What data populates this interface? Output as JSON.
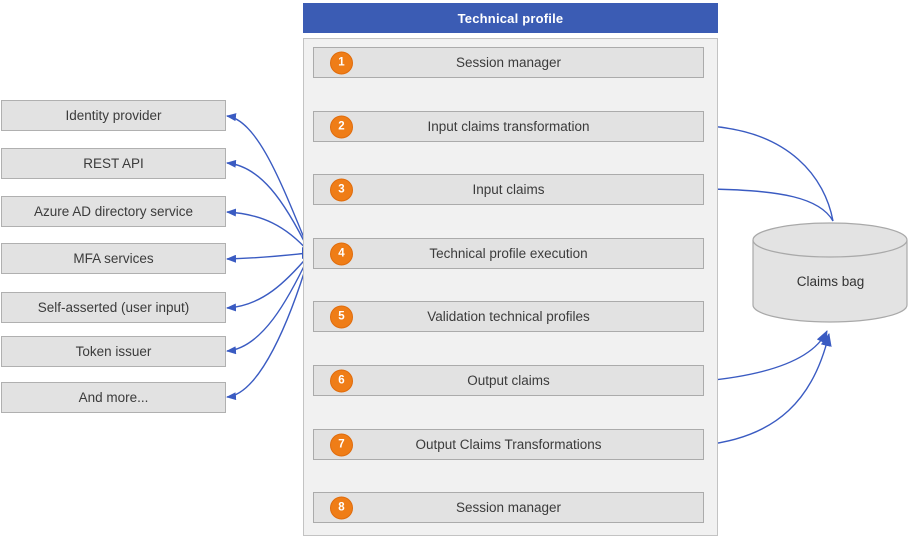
{
  "header": {
    "title": "Technical profile"
  },
  "steps": [
    {
      "num": "1",
      "label": "Session manager"
    },
    {
      "num": "2",
      "label": "Input claims transformation"
    },
    {
      "num": "3",
      "label": "Input claims"
    },
    {
      "num": "4",
      "label": "Technical profile execution"
    },
    {
      "num": "5",
      "label": "Validation technical profiles"
    },
    {
      "num": "6",
      "label": "Output claims"
    },
    {
      "num": "7",
      "label": "Output Claims Transformations"
    },
    {
      "num": "8",
      "label": "Session manager"
    }
  ],
  "sources": [
    "Identity provider",
    "REST API",
    "Azure AD directory service",
    "MFA services",
    "Self-asserted (user input)",
    "Token issuer",
    "And more..."
  ],
  "claims_bag": {
    "label": "Claims bag"
  },
  "colors": {
    "header_blue": "#3b5cb4",
    "arrow_blue": "#3a5bc2",
    "step_badge_orange": "#ef7d17",
    "box_fill_gray": "#e2e2e2",
    "panel_fill_gray": "#f1f1f1",
    "text_dark": "#3b3b3b"
  }
}
